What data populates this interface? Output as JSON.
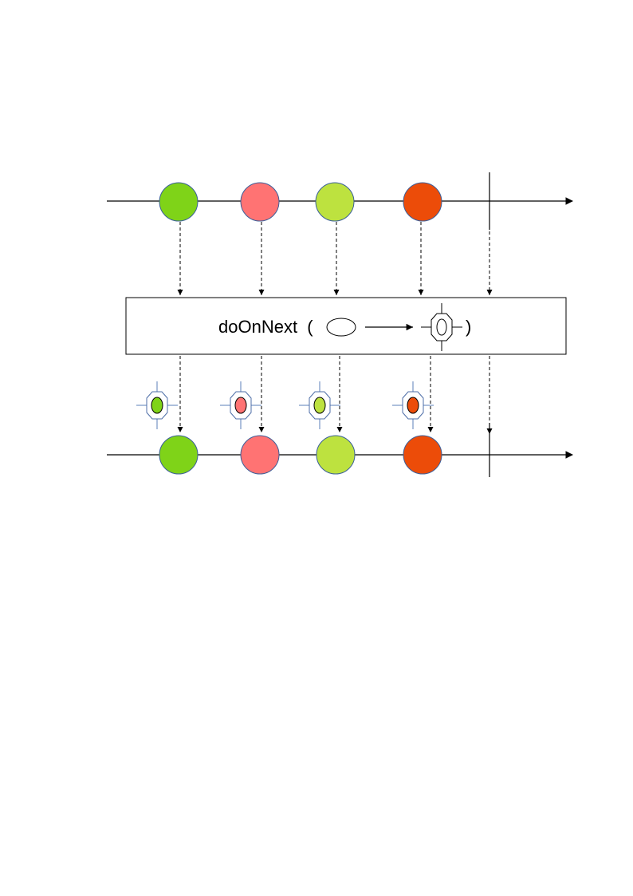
{
  "operator": {
    "name": "doOnNext",
    "open_paren": "(",
    "close_paren": ")"
  },
  "colors": {
    "line": "#000000",
    "dashed": "#000000",
    "box_border": "#000000",
    "box_fill": "#ffffff",
    "marble_stroke": "#3b5f9a",
    "octagon_stroke": "#4f6fa8",
    "crosshair_stroke": "#5b7fb8"
  },
  "source_stream": {
    "items": [
      {
        "name": "green",
        "color": "#7fd318"
      },
      {
        "name": "pink",
        "color": "#ff7373"
      },
      {
        "name": "light-green",
        "color": "#bde23f"
      },
      {
        "name": "orange",
        "color": "#ec4c09"
      }
    ],
    "completed": true
  },
  "result_stream": {
    "items": [
      {
        "name": "green",
        "color": "#7fd318"
      },
      {
        "name": "pink",
        "color": "#ff7373"
      },
      {
        "name": "light-green",
        "color": "#bde23f"
      },
      {
        "name": "orange",
        "color": "#ec4c09"
      }
    ],
    "completed": true
  },
  "side_effects": [
    {
      "name": "green",
      "color": "#7fd318"
    },
    {
      "name": "pink",
      "color": "#ff7373"
    },
    {
      "name": "light-green",
      "color": "#bde23f"
    },
    {
      "name": "orange",
      "color": "#ec4c09"
    }
  ]
}
